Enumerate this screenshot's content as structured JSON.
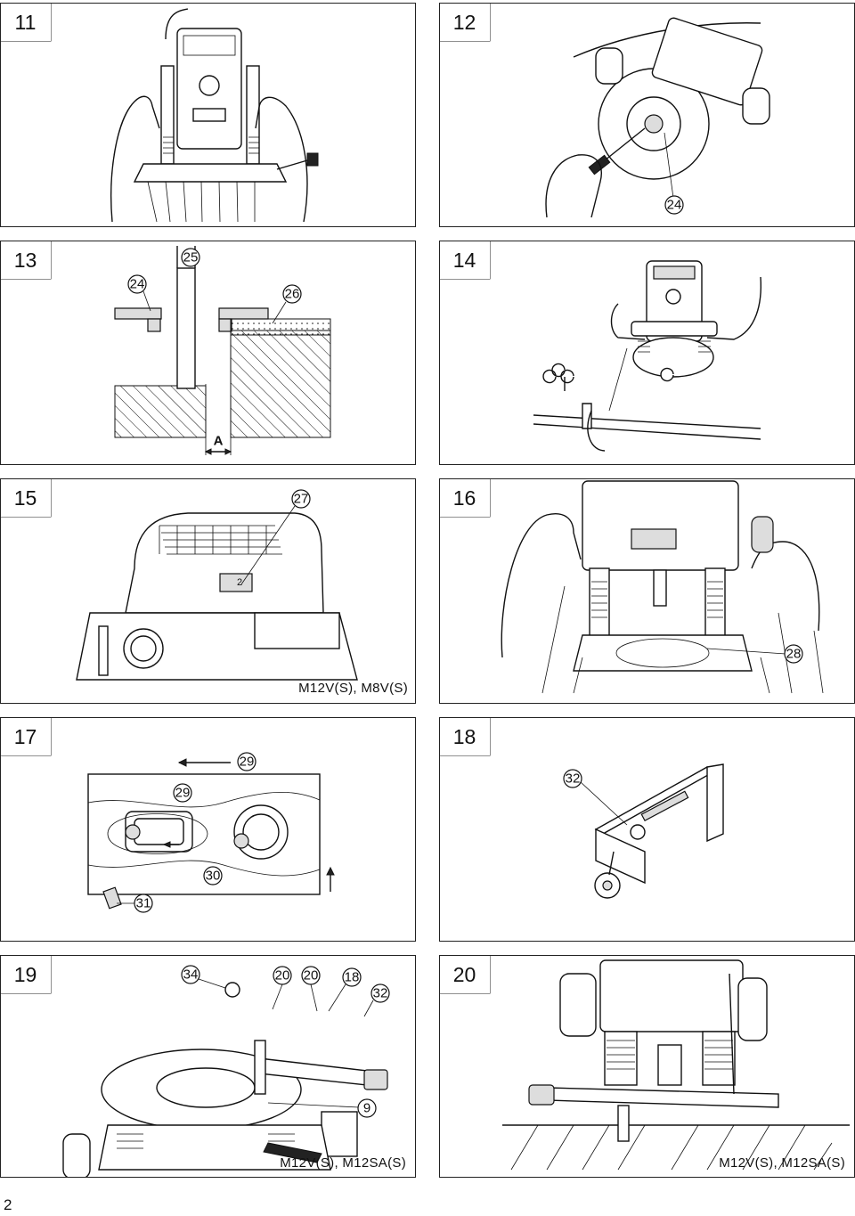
{
  "figures": [
    {
      "number": "11",
      "model": "",
      "callouts": []
    },
    {
      "number": "12",
      "model": "",
      "callouts": [
        "24"
      ]
    },
    {
      "number": "13",
      "model": "",
      "callouts": [
        "24",
        "25",
        "26"
      ],
      "dimension": "A"
    },
    {
      "number": "14",
      "model": "",
      "callouts": []
    },
    {
      "number": "15",
      "model": "M12V(S), M8V(S)",
      "callouts": [
        "27"
      ]
    },
    {
      "number": "16",
      "model": "",
      "callouts": [
        "28"
      ]
    },
    {
      "number": "17",
      "model": "",
      "callouts": [
        "29",
        "29",
        "30",
        "31"
      ]
    },
    {
      "number": "18",
      "model": "",
      "callouts": [
        "32"
      ]
    },
    {
      "number": "19",
      "model": "M12V(S), M12SA(S)",
      "callouts": [
        "34",
        "20",
        "20",
        "18",
        "32",
        "9"
      ]
    },
    {
      "number": "20",
      "model": "M12V(S), M12SA(S)",
      "callouts": []
    }
  ],
  "page_number": "2"
}
